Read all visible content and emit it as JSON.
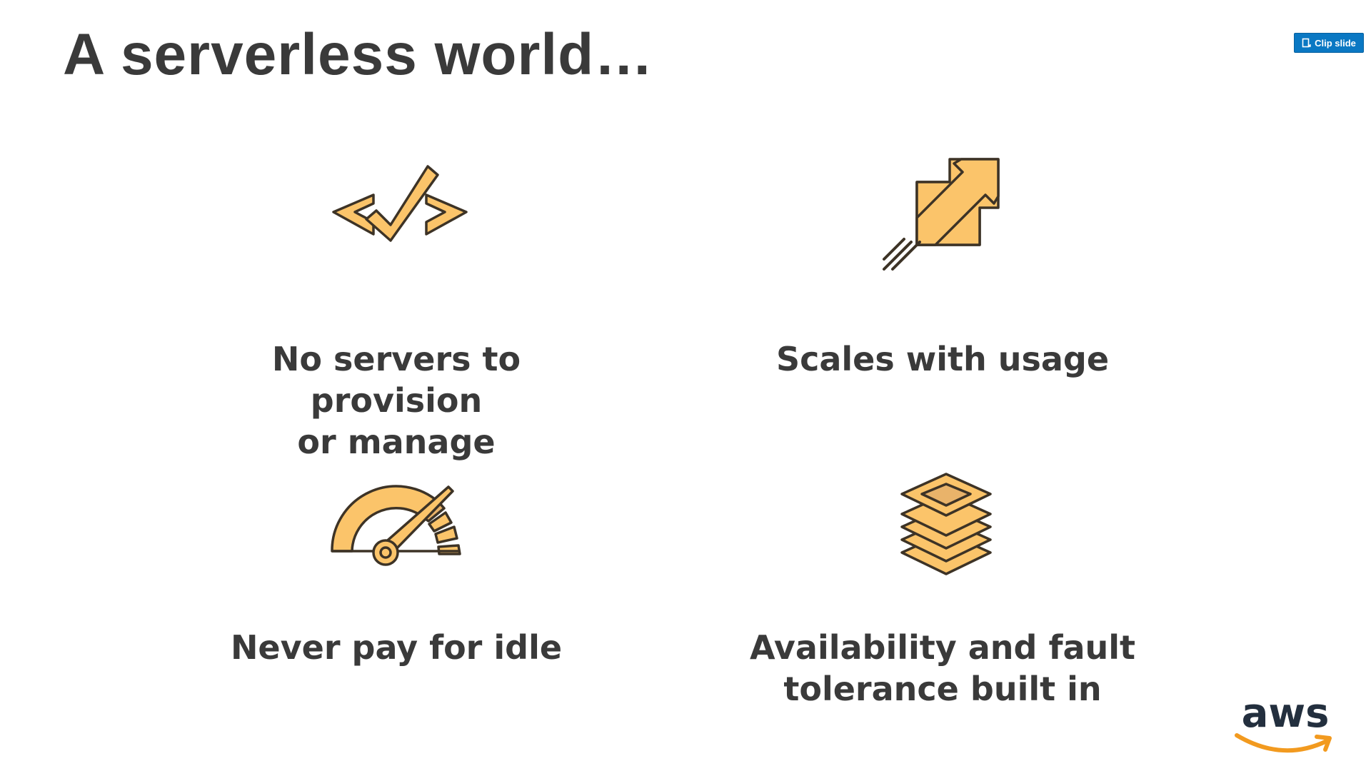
{
  "slide": {
    "title": "A serverless world…",
    "clip_button_label": "Clip slide",
    "features": [
      {
        "icon": "code-check-icon",
        "lines": [
          "No servers to provision",
          "or manage"
        ]
      },
      {
        "icon": "scale-arrow-icon",
        "lines": [
          "Scales with usage"
        ]
      },
      {
        "icon": "speedometer-icon",
        "lines": [
          "Never pay for idle"
        ]
      },
      {
        "icon": "layers-icon",
        "lines": [
          "Availability and fault",
          "tolerance built in"
        ]
      }
    ],
    "logo_text": "aws"
  },
  "colors": {
    "icon_fill": "#fbc46a",
    "icon_stroke": "#3d3326",
    "text": "#3a3a3a",
    "button": "#0a78c3",
    "aws_orange": "#f29a1f",
    "aws_text": "#232f3e"
  }
}
